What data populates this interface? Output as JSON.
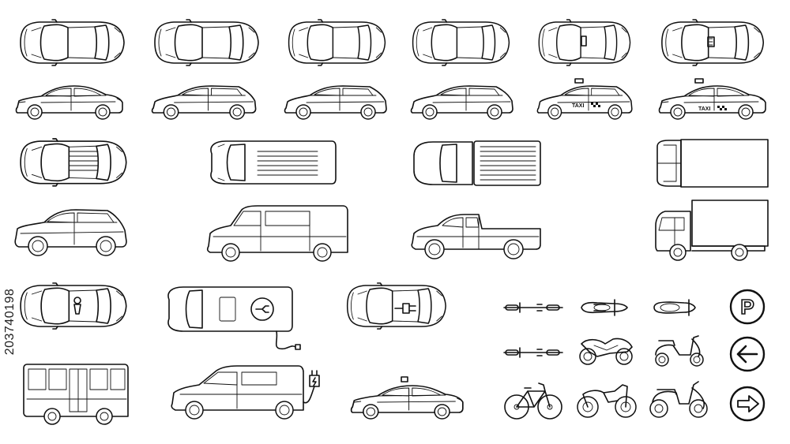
{
  "stock_id": "203740198",
  "taxi_label": "TAXI",
  "sign_icons": [
    "parking-sign-icon",
    "arrow-left-sign-icon",
    "arrow-right-sign-icon"
  ],
  "sign_letter_p": "P",
  "colors": {
    "line": "#111111",
    "background": "#ffffff"
  },
  "vehicles_top_row": [
    "sedan-top",
    "hatchback-top",
    "hatchback-small-top",
    "hatchback-compact-top",
    "taxi-hatchback-top",
    "taxi-sedan-top"
  ],
  "vehicles_side_row": [
    "sedan-side",
    "hatchback-side",
    "hatchback-small-side",
    "hatchback-compact-side",
    "taxi-hatchback-side",
    "taxi-sedan-side"
  ],
  "utility_top_row": [
    "suv-top",
    "van-top",
    "pickup-top",
    "truck-top"
  ],
  "utility_side_row": [
    "suv-side",
    "van-side",
    "pickup-side",
    "truck-side"
  ],
  "lower_items": [
    "car-seat-top",
    "electric-van-top",
    "electric-car-top",
    "bicycle-top",
    "motorcycle-top",
    "scooter-top",
    "bicycle-top-2",
    "motorcycle-side",
    "scooter-side",
    "bus-side",
    "electric-van-side",
    "sedan-side-2",
    "bicycle-side",
    "dirt-bike-side",
    "moped-side"
  ]
}
